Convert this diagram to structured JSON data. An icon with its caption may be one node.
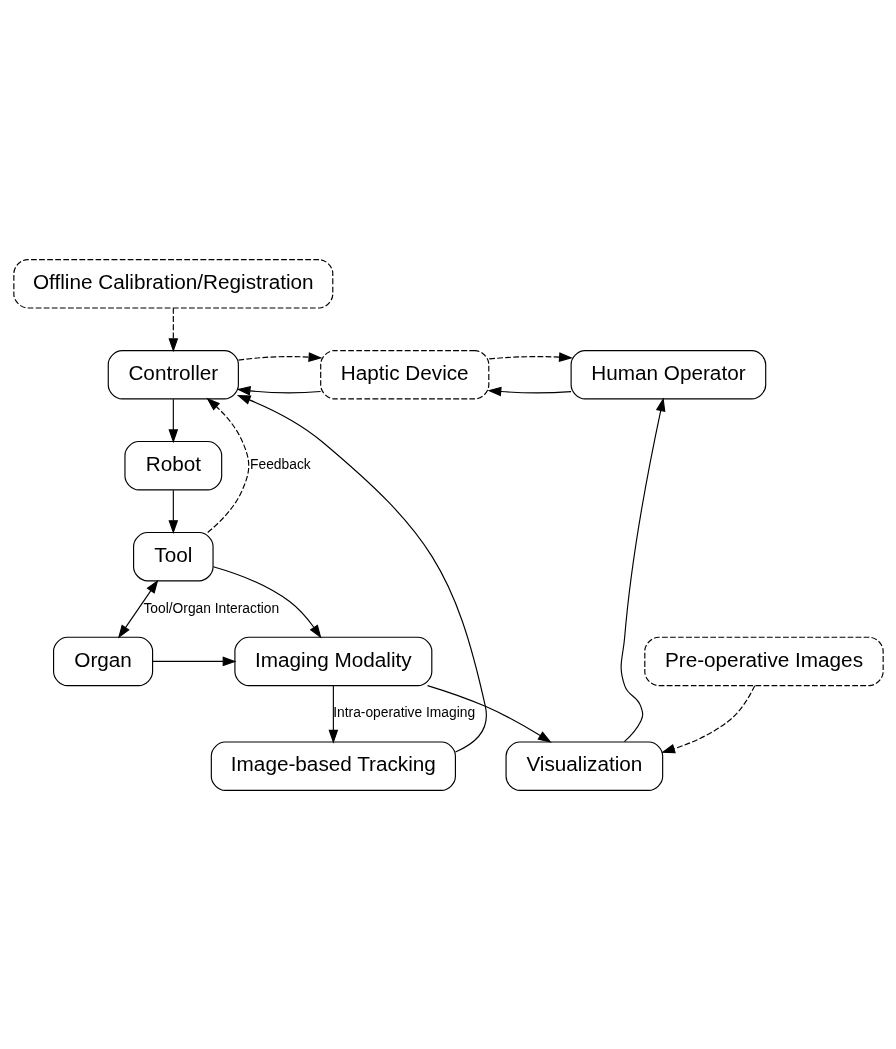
{
  "diagram": {
    "nodes": [
      {
        "text": [
          "Offline Calibration/Registration"
        ]
      },
      {
        "text": [
          "Controller"
        ]
      },
      {
        "text": [
          "Haptic Device"
        ]
      },
      {
        "text": [
          "Human Operator"
        ]
      },
      {
        "text": [
          "Robot"
        ]
      },
      {
        "text": [
          "Tool"
        ]
      },
      {
        "text": [
          "Imaging Modality"
        ]
      },
      {
        "text": [
          "Organ"
        ]
      },
      {
        "text": [
          "Image-based Tracking"
        ]
      },
      {
        "text": [
          "Visualization"
        ]
      },
      {
        "text": [
          "Pre-operative Images"
        ]
      }
    ],
    "edges": [
      {
        "from": 0,
        "to": 1,
        "arrow": "to",
        "style": "dashed"
      },
      {
        "from": 2,
        "to": 1,
        "arrow": "to"
      },
      {
        "from": 1,
        "to": 2,
        "arrow": "to",
        "style": "dashed"
      },
      {
        "from": 3,
        "to": 2,
        "arrow": "to"
      },
      {
        "from": 2,
        "to": 3,
        "arrow": "to",
        "style": "dashed"
      },
      {
        "from": 1,
        "to": 4,
        "arrow": "to"
      },
      {
        "from": 4,
        "to": 5,
        "arrow": "to"
      },
      {
        "from": 5,
        "to": 1,
        "arrow": "to",
        "style": "dashed",
        "label": "Feedback"
      },
      {
        "from": 5,
        "to": 7,
        "arrow": "both",
        "label": "Tool/Organ Interaction"
      },
      {
        "from": 5,
        "to": 6,
        "arrow": "to"
      },
      {
        "from": 7,
        "to": 6,
        "arrow": "to"
      },
      {
        "from": 6,
        "to": 8,
        "arrow": "to",
        "label": "Intra-operative Imaging"
      },
      {
        "from": 6,
        "to": 9,
        "arrow": "to"
      },
      {
        "from": 8,
        "to": 1,
        "arrow": "to"
      },
      {
        "from": 9,
        "to": 3,
        "arrow": "to"
      },
      {
        "from": 10,
        "to": 9,
        "arrow": "to",
        "style": "dashed"
      }
    ]
  }
}
